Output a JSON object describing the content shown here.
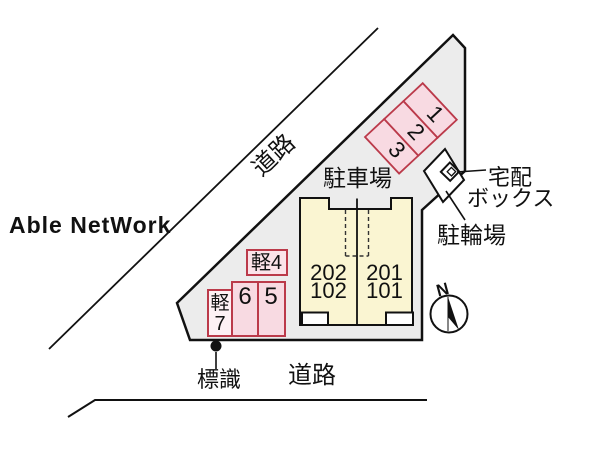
{
  "watermark": {
    "text": "Able NetWork"
  },
  "labels": {
    "road_diagonal": "道路",
    "road_bottom": "道路",
    "parking_lot": "駐車場",
    "delivery_box_line1": "宅配",
    "delivery_box_line2": "ボックス",
    "bicycle_parking": "駐輪場",
    "sign": "標識",
    "north": "N"
  },
  "building": {
    "unit_left_upper": "202",
    "unit_left_lower": "102",
    "unit_right_upper": "201",
    "unit_right_lower": "101"
  },
  "stalls": {
    "s1": "1",
    "s2": "2",
    "s3": "3",
    "s5": "5",
    "s6": "6",
    "kei4": "軽4",
    "kei7_kanji": "軽",
    "kei7_num": "7"
  },
  "colors": {
    "site_fill": "#ececec",
    "building_fill": "#faf5d2",
    "stall_fill": "#f8dae2",
    "stall_border": "#bb3a4a",
    "kei4_fill": "#fbe3e9",
    "kei7_fill": "#fdf1f4",
    "outline": "#111111",
    "watermark": "#8a8f99"
  }
}
